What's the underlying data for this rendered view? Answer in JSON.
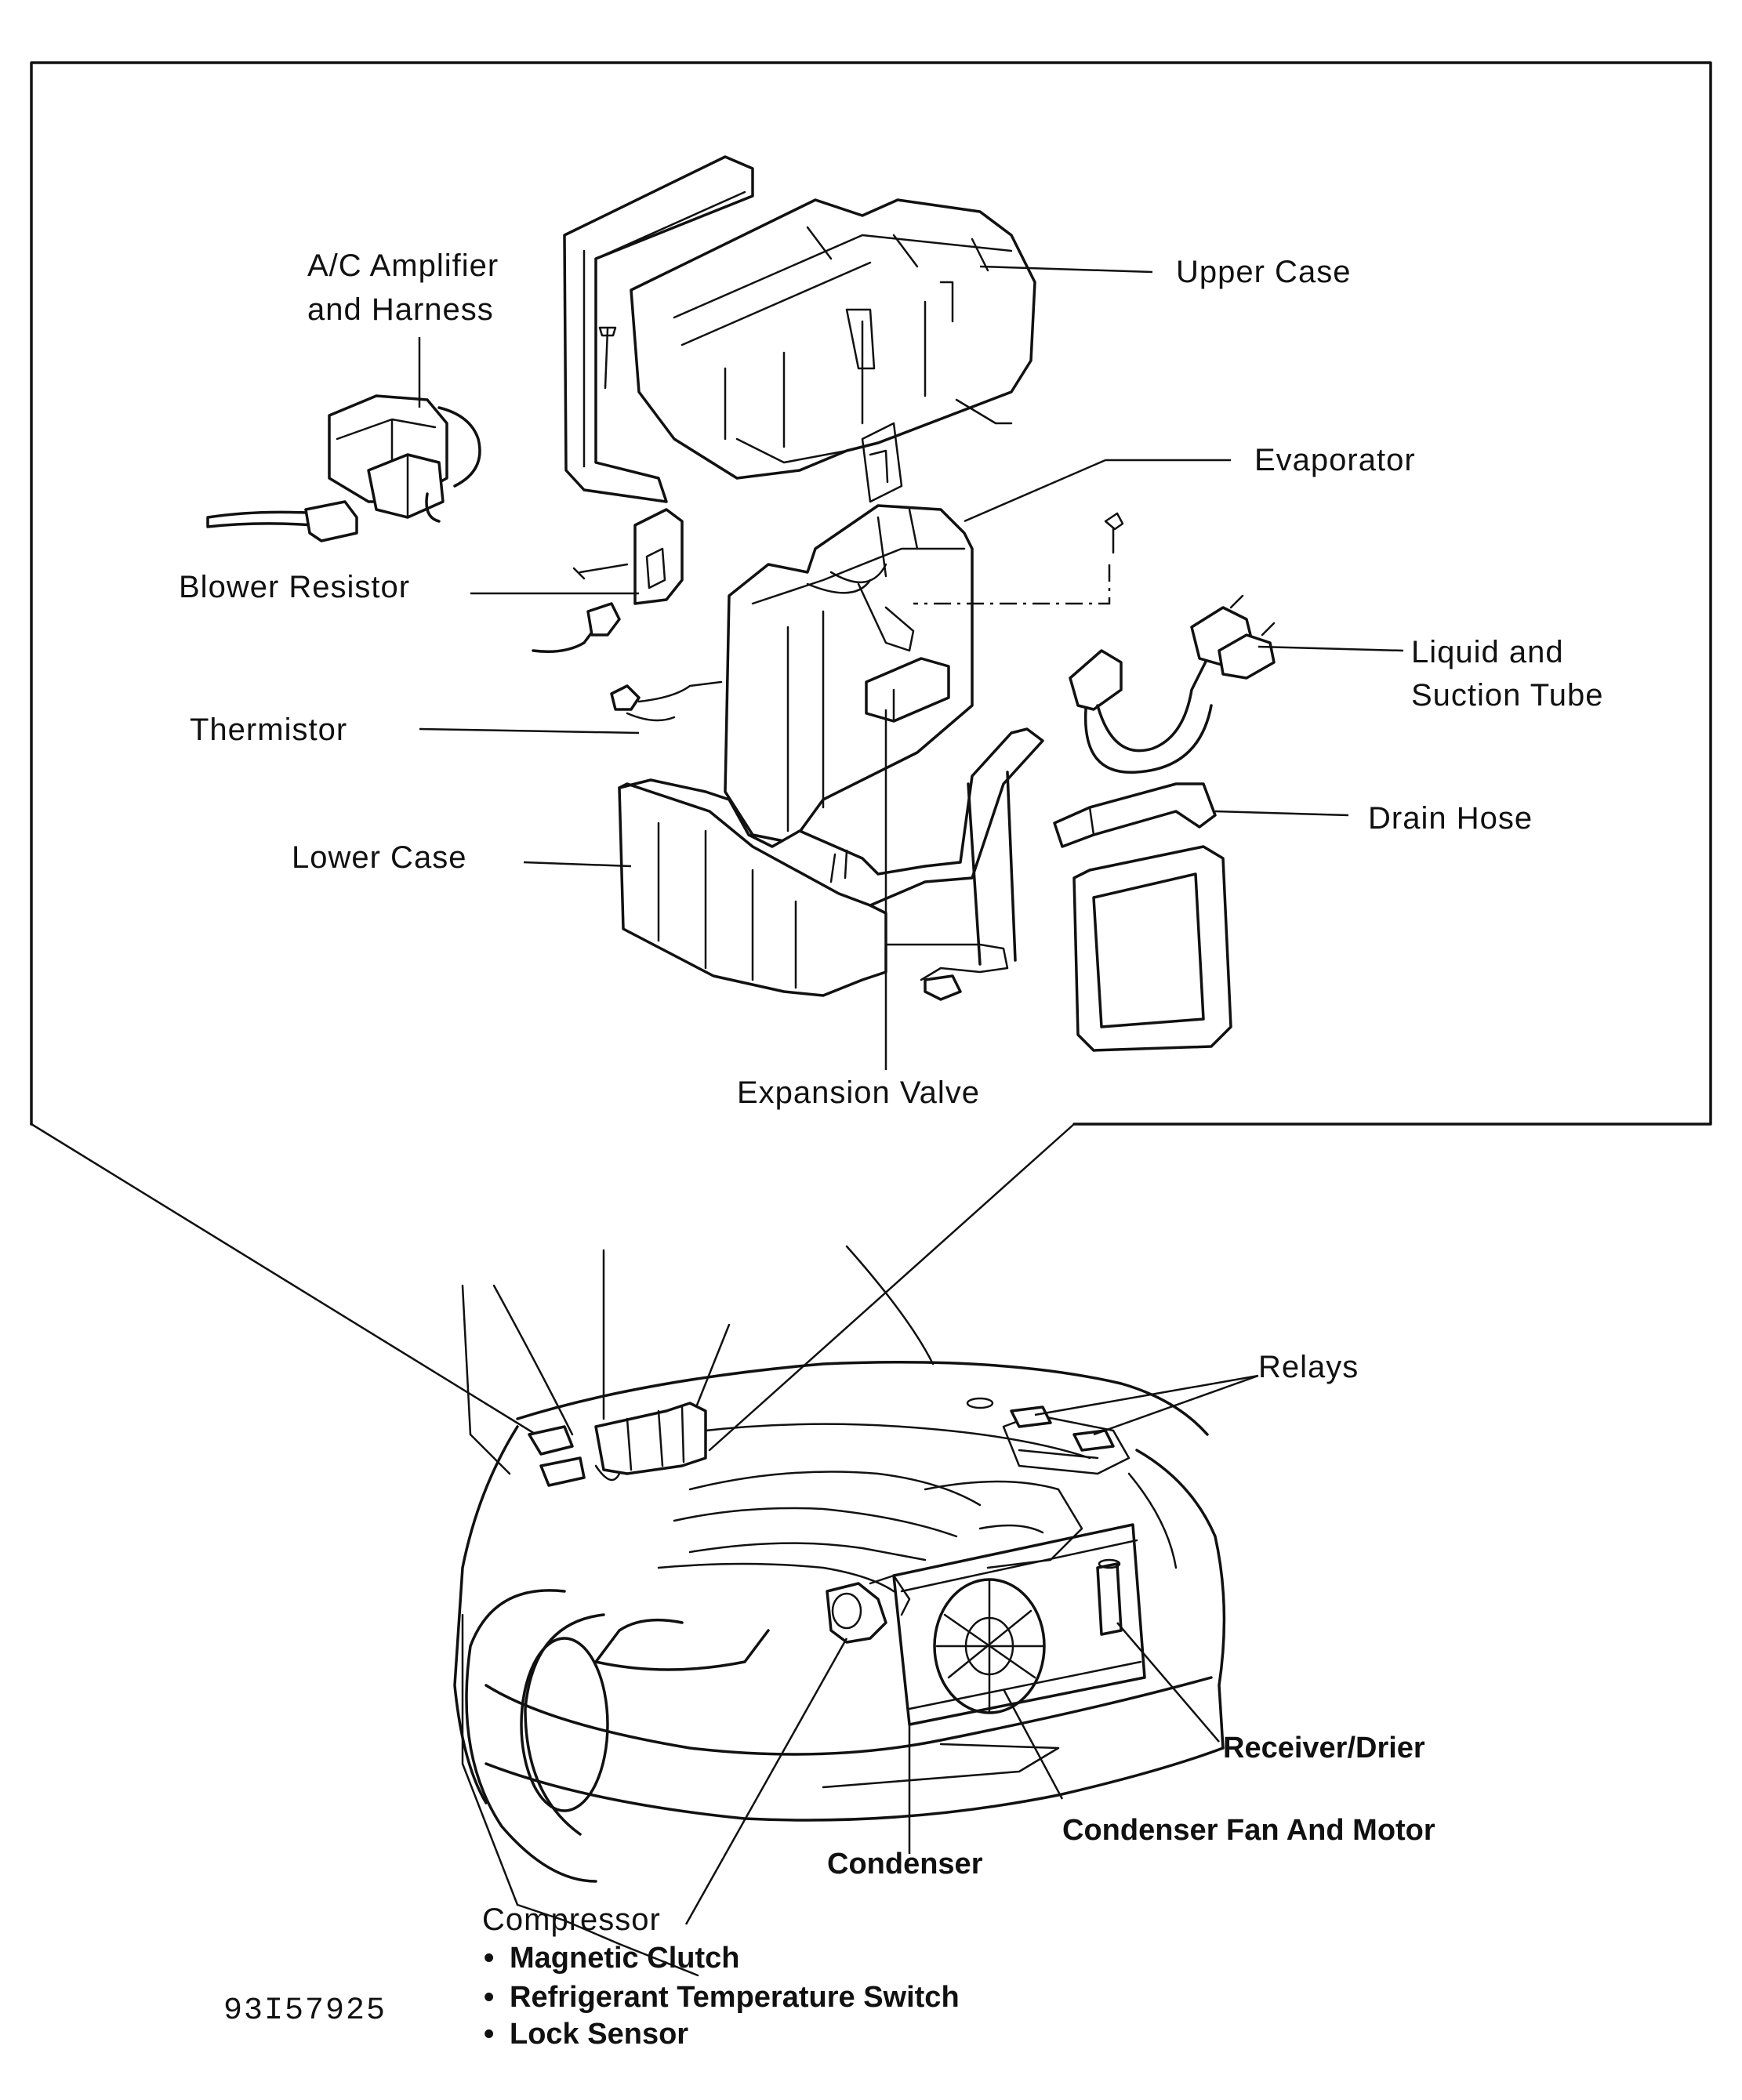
{
  "labels": {
    "ac_amplifier_line1": "A/C Amplifier",
    "ac_amplifier_line2": "and Harness",
    "upper_case": "Upper Case",
    "evaporator": "Evaporator",
    "blower_resistor": "Blower Resistor",
    "liquid_suction_line1": "Liquid and",
    "liquid_suction_line2": "Suction Tube",
    "thermistor": "Thermistor",
    "drain_hose": "Drain Hose",
    "lower_case": "Lower Case",
    "expansion_valve": "Expansion Valve",
    "relays": "Relays",
    "receiver_drier": "Receiver/Drier",
    "condenser_fan_motor": "Condenser Fan And Motor",
    "condenser": "Condenser",
    "compressor": "Compressor",
    "compressor_parts": [
      "Magnetic Clutch",
      "Refrigerant Temperature Switch",
      "Lock Sensor"
    ],
    "bullet": "•"
  },
  "figure_code": "93I57925"
}
